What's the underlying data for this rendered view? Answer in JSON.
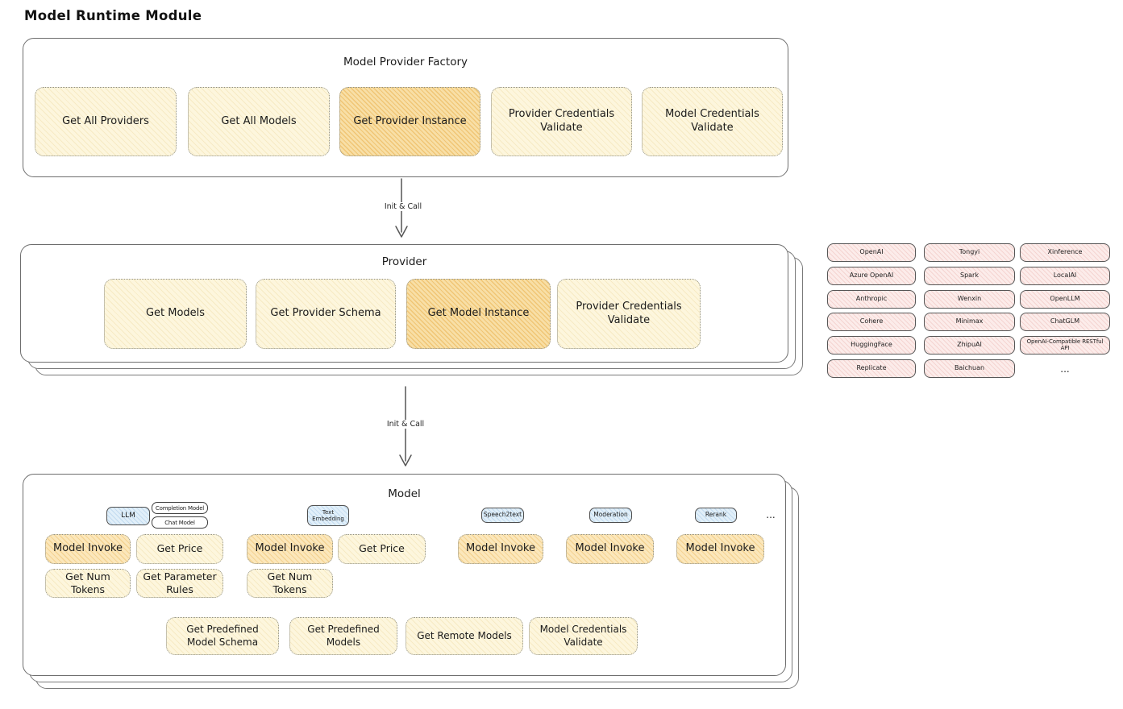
{
  "page_title": "Model Runtime Module",
  "arrow_label": "Init & Call",
  "colors": {
    "node_fill": "#fdf6dd",
    "node_fill_highlight": "#f8dfa6",
    "node_fill_invoke": "#fbe7bb",
    "provider_chip_fill": "#fcecea",
    "type_tag_fill": "#e1eff9",
    "outline": "#6e6e6e",
    "text": "#1f1f1f"
  },
  "factory": {
    "title": "Model Provider Factory",
    "items": [
      {
        "label": "Get All Providers",
        "highlighted": false
      },
      {
        "label": "Get All Models",
        "highlighted": false
      },
      {
        "label": "Get Provider Instance",
        "highlighted": true
      },
      {
        "label": "Provider Credentials Validate",
        "highlighted": false
      },
      {
        "label": "Model Credentials Validate",
        "highlighted": false
      }
    ]
  },
  "provider": {
    "title": "Provider",
    "items": [
      {
        "label": "Get Models",
        "highlighted": false
      },
      {
        "label": "Get Provider Schema",
        "highlighted": false
      },
      {
        "label": "Get Model Instance",
        "highlighted": true
      },
      {
        "label": "Provider Credentials Validate",
        "highlighted": false
      }
    ]
  },
  "providers_grid": {
    "items": [
      "OpenAI",
      "Tongyi",
      "Xinference",
      "Azure OpenAI",
      "Spark",
      "LocalAI",
      "Anthropic",
      "Wenxin",
      "OpenLLM",
      "Cohere",
      "Minimax",
      "ChatGLM",
      "HuggingFace",
      "ZhipuAI",
      "OpenAI-Compatible RESTful API",
      "Replicate",
      "Baichuan"
    ],
    "more": "..."
  },
  "model": {
    "title": "Model",
    "tags": {
      "llm": "LLM",
      "completion_model": "Completion Model",
      "chat_model": "Chat Model",
      "text_embedding": "Text Embedding",
      "speech2text": "Speech2text",
      "moderation": "Moderation",
      "rerank": "Rerank",
      "more": "..."
    },
    "row1": [
      {
        "label": "Model Invoke",
        "highlighted": true
      },
      {
        "label": "Get Price",
        "highlighted": false
      },
      {
        "label": "Model Invoke",
        "highlighted": true
      },
      {
        "label": "Get Price",
        "highlighted": false
      },
      {
        "label": "Model Invoke",
        "highlighted": true
      },
      {
        "label": "Model Invoke",
        "highlighted": true
      },
      {
        "label": "Model Invoke",
        "highlighted": true
      }
    ],
    "row2": [
      {
        "label": "Get Num Tokens"
      },
      {
        "label": "Get Parameter Rules"
      },
      {
        "label": "Get Num Tokens"
      }
    ],
    "row3": [
      {
        "label": "Get Predefined Model Schema"
      },
      {
        "label": "Get Predefined Models"
      },
      {
        "label": "Get Remote Models"
      },
      {
        "label": "Model Credentials Validate"
      }
    ]
  }
}
